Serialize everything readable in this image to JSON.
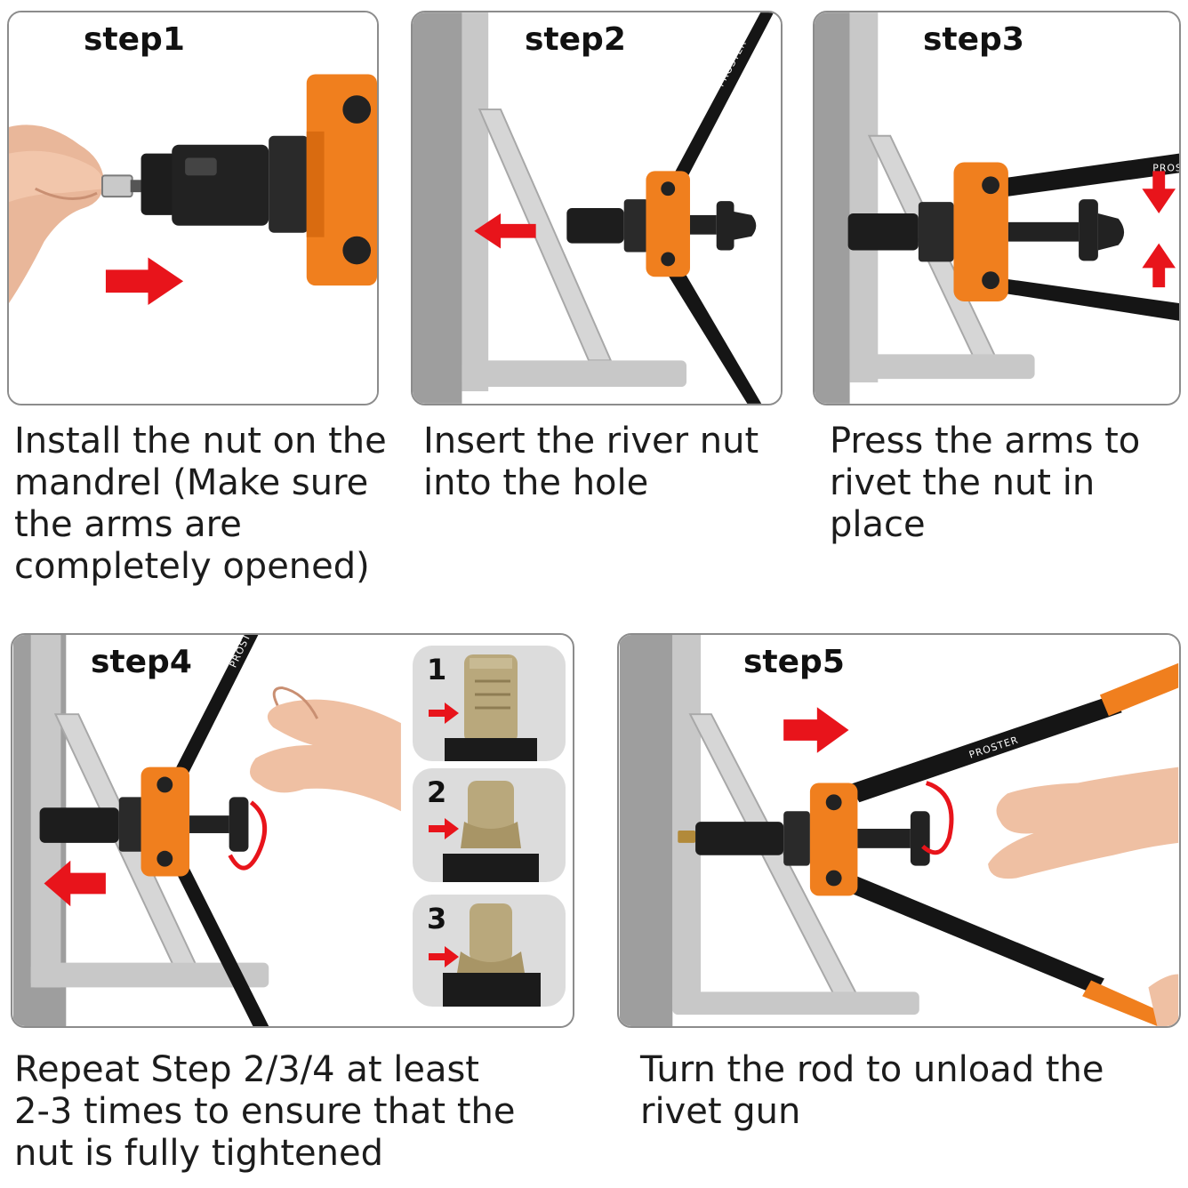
{
  "steps": [
    {
      "title": "step1",
      "caption_lines": [
        "Install the nut on the",
        "mandrel (Make sure",
        "the arms are",
        "completely opened)"
      ]
    },
    {
      "title": "step2",
      "caption_lines": [
        "Insert the river nut",
        "into the hole"
      ]
    },
    {
      "title": "step3",
      "caption_lines": [
        "Press the arms to",
        "rivet the nut in",
        "place"
      ]
    },
    {
      "title": "step4",
      "caption_lines": [
        "Repeat Step 2/3/4 at least",
        "2-3 times to ensure that the",
        "nut is fully tightened"
      ]
    },
    {
      "title": "step5",
      "caption_lines": [
        "Turn the rod to unload the",
        "rivet gun"
      ]
    }
  ],
  "tightening_stages": [
    "1",
    "2",
    "3"
  ],
  "brand_text": "PROSTER",
  "colors": {
    "tool_orange": "#f07f1e",
    "arrow_red": "#e8141b",
    "handle_black": "#151515",
    "bracket_silver": "#c8c8c8",
    "wall_gray": "#9e9e9e",
    "panel_border": "#8c8c8c"
  },
  "icons": [
    "direction-arrow-icon",
    "rotation-arrow-icon",
    "hand-icon",
    "rivet-tool-icon",
    "rivet-nut-icon"
  ]
}
